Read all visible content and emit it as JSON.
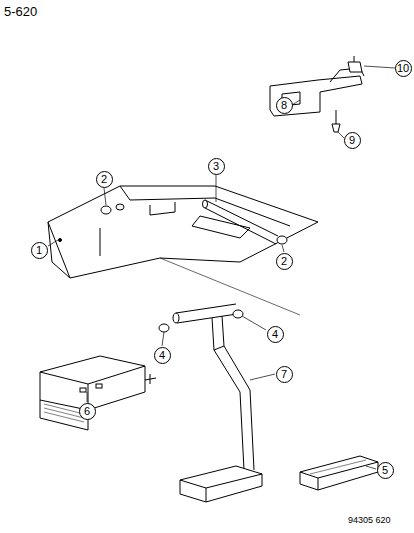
{
  "diagram": {
    "nodes": [
      {
        "text": [
          "10"
        ]
      },
      {
        "text": [
          "8"
        ]
      },
      {
        "text": [
          "9"
        ]
      },
      {
        "text": [
          "3"
        ]
      },
      {
        "text": [
          "2"
        ]
      },
      {
        "text": [
          "2"
        ]
      },
      {
        "text": [
          "1"
        ]
      },
      {
        "text": [
          "4"
        ]
      },
      {
        "text": [
          "4"
        ]
      },
      {
        "text": [
          "7"
        ]
      },
      {
        "text": [
          "6"
        ]
      },
      {
        "text": [
          "5"
        ]
      }
    ],
    "edges": [],
    "labels": [
      "5-620",
      "94305 620"
    ]
  }
}
